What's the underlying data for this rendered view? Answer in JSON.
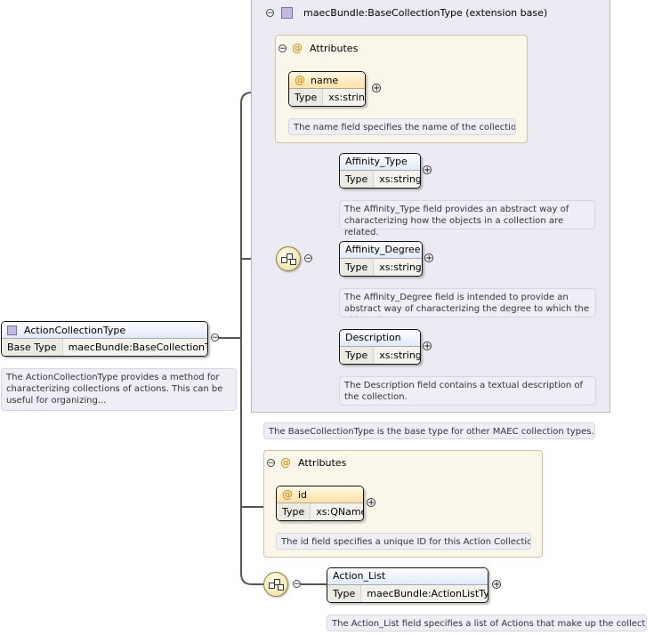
{
  "root": {
    "name": "ActionCollectionType",
    "base_type_label": "Base Type",
    "base_type_value": "maecBundle:BaseCollectionType",
    "doc": "The ActionCollectionType provides a method for characterizing collections of actions. This can be useful for organizing..."
  },
  "extension": {
    "title": "maecBundle:BaseCollectionType (extension base)",
    "doc": "The BaseCollectionType is the base type for other MAEC collection types."
  },
  "base_attributes": {
    "title": "Attributes",
    "name_attr": {
      "name": "name",
      "type_label": "Type",
      "type_value": "xs:string",
      "doc": "The name field specifies the name of the collection."
    }
  },
  "base_sequence": [
    {
      "name": "Affinity_Type",
      "type_label": "Type",
      "type_value": "xs:string",
      "doc": "The Affinity_Type field provides an abstract way of characterizing how the objects in a collection are related."
    },
    {
      "name": "Affinity_Degree",
      "type_label": "Type",
      "type_value": "xs:string",
      "doc": "The Affinity_Degree field is intended to provide an abstract way of characterizing the degree to which the objects in a..."
    },
    {
      "name": "Description",
      "type_label": "Type",
      "type_value": "xs:string",
      "doc": "The Description field contains a textual description of the collection."
    }
  ],
  "attributes": {
    "title": "Attributes",
    "id_attr": {
      "name": "id",
      "type_label": "Type",
      "type_value": "xs:QName",
      "doc": "The id field specifies a unique ID for this Action Collection."
    }
  },
  "action_list": {
    "name": "Action_List",
    "type_label": "Type",
    "type_value": "maecBundle:ActionListType",
    "doc": "The Action_List field specifies a list of Actions that make up the collection."
  },
  "symbols": {
    "collapse": "−",
    "expand": "+",
    "attribute": "@"
  },
  "colors": {
    "extension_bg": "#ecebf3",
    "attribute_bg": "#fbf6ea",
    "element_header": "#dfe9f9",
    "attribute_header": "#ffe1a3"
  }
}
